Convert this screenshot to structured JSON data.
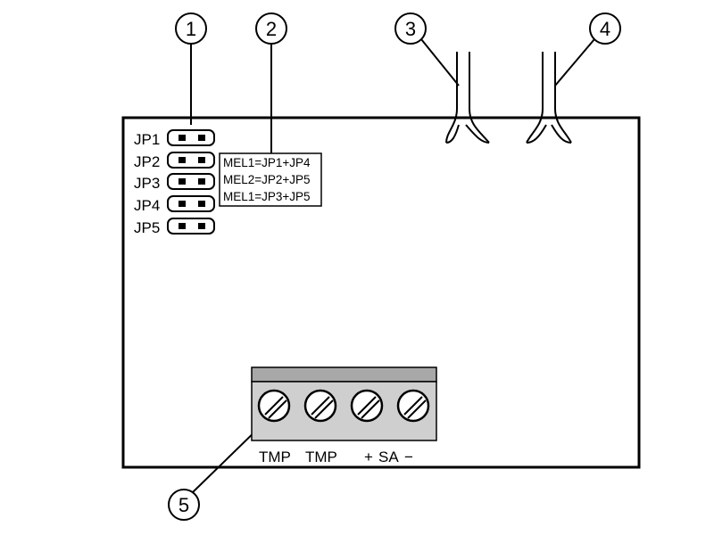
{
  "callouts": [
    "1",
    "2",
    "3",
    "4",
    "5"
  ],
  "jumpers": [
    "JP1",
    "JP2",
    "JP3",
    "JP4",
    "JP5"
  ],
  "mel_config": [
    "MEL1=JP1+JP4",
    "MEL2=JP2+JP5",
    "MEL1=JP3+JP5"
  ],
  "terminal_labels": {
    "tmp1": "TMP",
    "tmp2": "TMP",
    "plus": "+",
    "sa": "SA",
    "minus": "−"
  },
  "colors": {
    "line": "#000000",
    "terminal_block": "#cfcfcf",
    "terminal_block_dark": "#a8a8a8"
  }
}
